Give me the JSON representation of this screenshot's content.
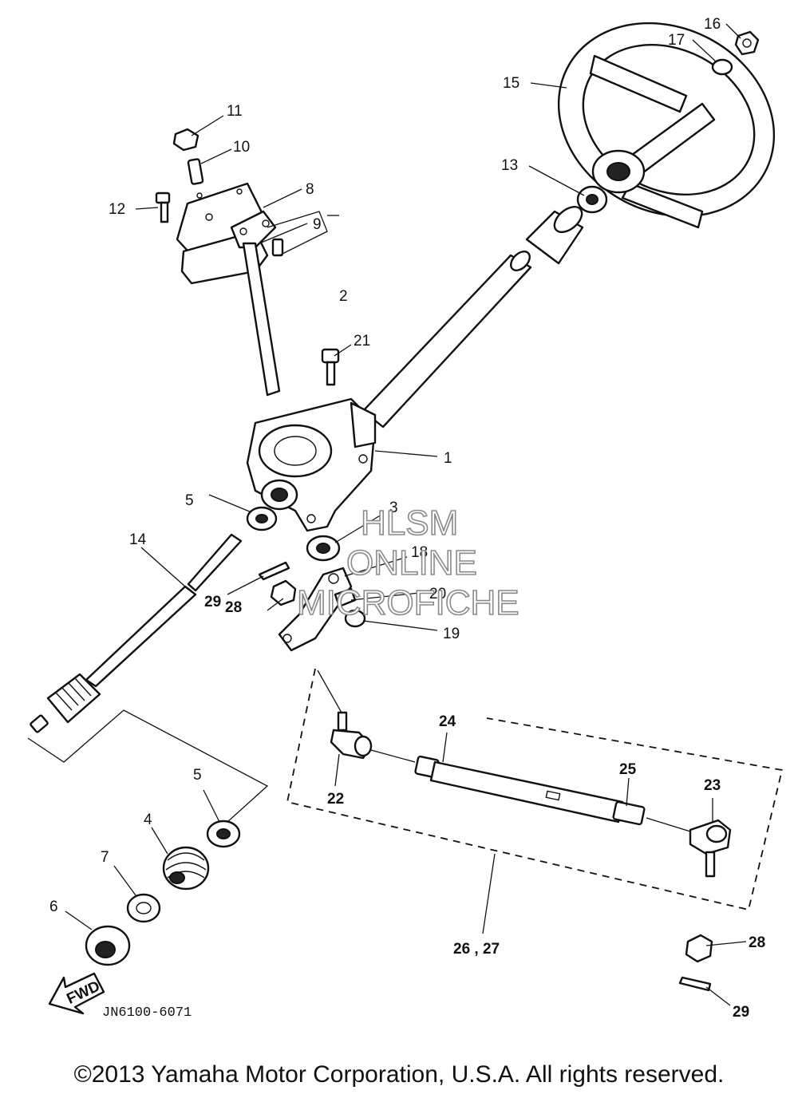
{
  "callouts": {
    "c1": "1",
    "c2": "2",
    "c3": "3",
    "c4": "4",
    "c5a": "5",
    "c5b": "5",
    "c6": "6",
    "c7": "7",
    "c8": "8",
    "c9": "9",
    "c10": "10",
    "c11": "11",
    "c12": "12",
    "c13": "13",
    "c14": "14",
    "c15": "15",
    "c16": "16",
    "c17": "17",
    "c18": "18",
    "c19": "19",
    "c20": "20",
    "c21": "21",
    "c22": "22",
    "c23": "23",
    "c24": "24",
    "c25": "25",
    "c26_27": "26 , 27",
    "c28a": "28",
    "c28b": "28",
    "c29a": "29",
    "c29b": "29"
  },
  "watermark": {
    "line1": "HLSM",
    "line2": "ONLINE",
    "line3": "MICROFICHE"
  },
  "fwd_label": "FWD",
  "diagram_code": "JN6100-6071",
  "copyright": "©2013 Yamaha Motor Corporation, U.S.A. All rights reserved."
}
